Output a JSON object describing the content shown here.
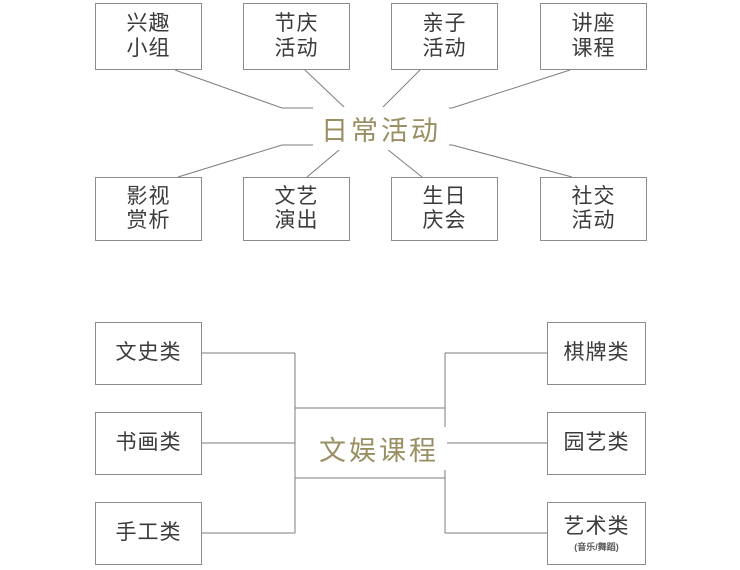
{
  "diagram": {
    "background_color": "#ffffff",
    "box_border_color": "#8c8c8c",
    "connector_color": "#7d7d7d",
    "hub_text_color": "#9a8f63",
    "node_text_color": "#3b3b3b",
    "sections": [
      {
        "id": "daily-activities",
        "hub_label": "日常活动",
        "top_nodes": [
          {
            "line1": "兴趣",
            "line2": "小组"
          },
          {
            "line1": "节庆",
            "line2": "活动"
          },
          {
            "line1": "亲子",
            "line2": "活动"
          },
          {
            "line1": "讲座",
            "line2": "课程"
          }
        ],
        "bottom_nodes": [
          {
            "line1": "影视",
            "line2": "赏析"
          },
          {
            "line1": "文艺",
            "line2": "演出"
          },
          {
            "line1": "生日",
            "line2": "庆会"
          },
          {
            "line1": "社交",
            "line2": "活动"
          }
        ]
      },
      {
        "id": "entertainment-courses",
        "hub_label": "文娱课程",
        "left_nodes": [
          {
            "line1": "文史类"
          },
          {
            "line1": "书画类"
          },
          {
            "line1": "手工类"
          }
        ],
        "right_nodes": [
          {
            "line1": "棋牌类"
          },
          {
            "line1": "园艺类"
          },
          {
            "line1": "艺术类",
            "sub": "(音乐/舞蹈)"
          }
        ]
      }
    ]
  }
}
